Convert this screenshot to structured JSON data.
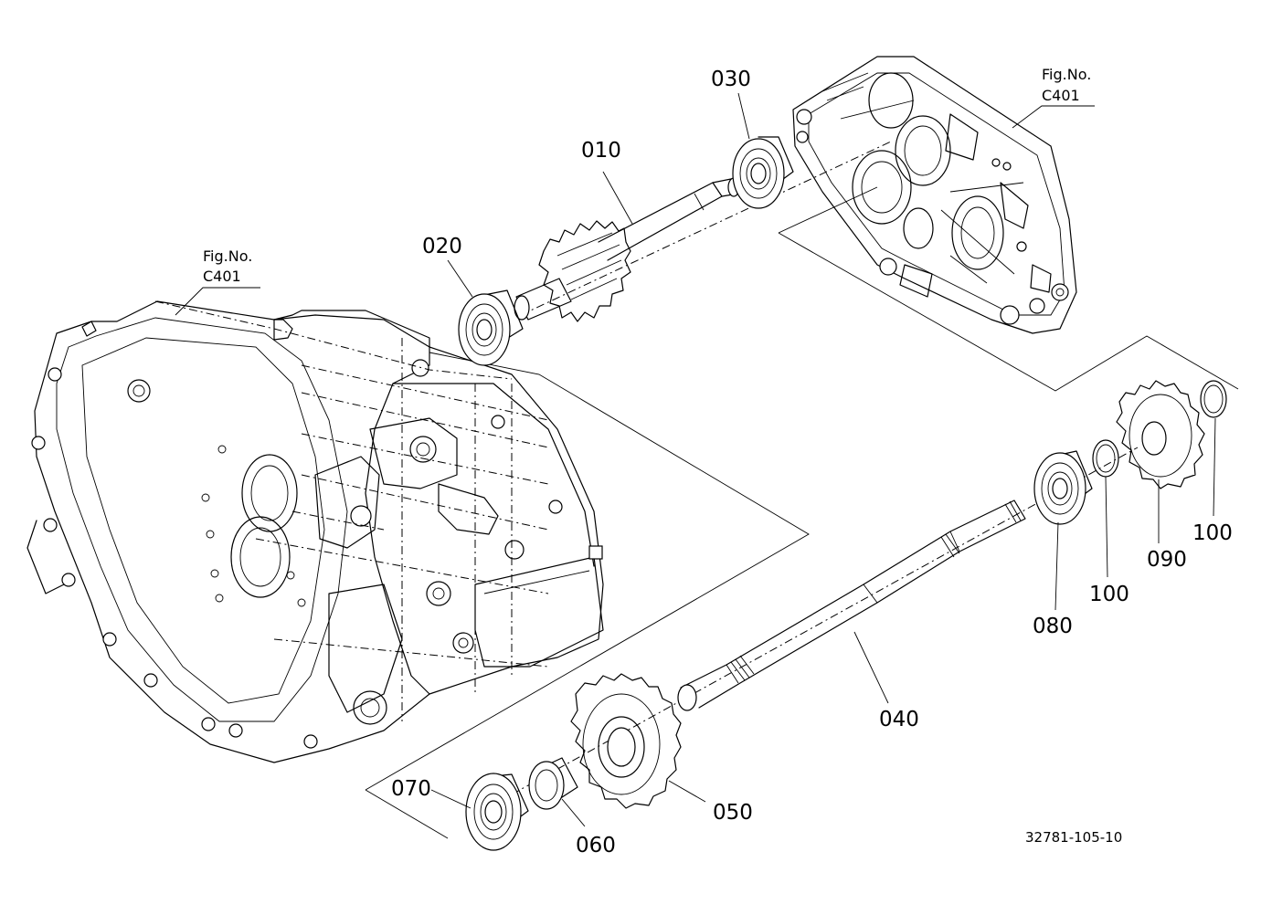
{
  "callouts": {
    "p010": "010",
    "p020": "020",
    "p030": "030",
    "p040": "040",
    "p050": "050",
    "p060": "060",
    "p070": "070",
    "p080": "080",
    "p090": "090",
    "p100a": "100",
    "p100b": "100"
  },
  "figure_refs": {
    "left": {
      "line1": "Fig.No.",
      "line2": "C401"
    },
    "right": {
      "line1": "Fig.No.",
      "line2": "C401"
    }
  },
  "drawing_code": "32781-105-10"
}
